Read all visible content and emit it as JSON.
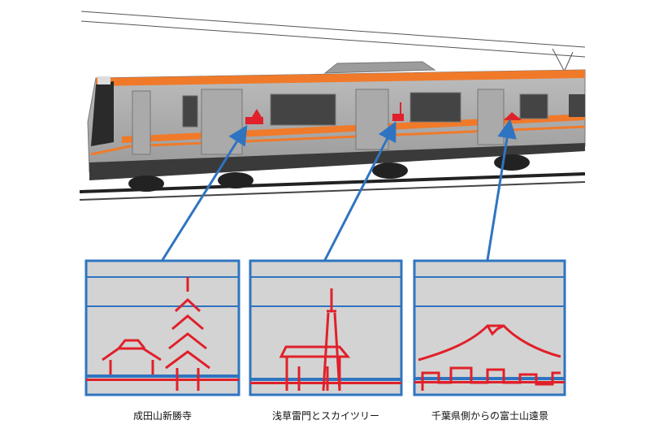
{
  "colors": {
    "panel_border": "#2f74c0",
    "panel_fill": "#d3d3d3",
    "emblem_red": "#e0202a",
    "train_orange": "#f07a2a",
    "train_body": "#a9a9a9",
    "arrow": "#2f74c0"
  },
  "panels": [
    {
      "caption": "成田山新勝寺",
      "icon": "naritasan-temple-pagoda-icon"
    },
    {
      "caption": "浅草雷門とスカイツリー",
      "icon": "kaminarimon-skytree-icon"
    },
    {
      "caption": "千葉県側からの富士山遠景",
      "icon": "mount-fuji-skyline-icon"
    }
  ]
}
